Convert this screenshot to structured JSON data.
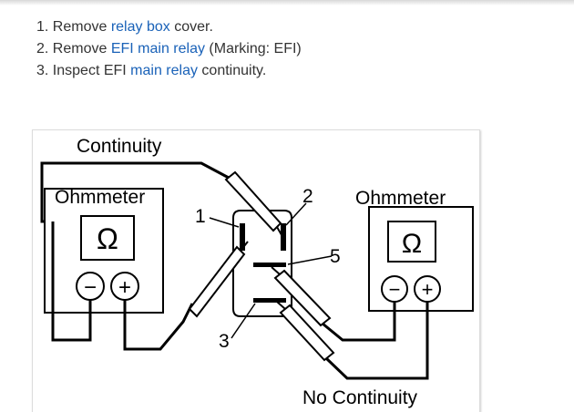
{
  "steps": [
    {
      "num": "1.",
      "pre": "Remove ",
      "link": "relay box",
      "post": " cover."
    },
    {
      "num": "2.",
      "pre": "Remove ",
      "link": "EFI main relay",
      "post": " (Marking: EFI)"
    },
    {
      "num": "3.",
      "pre": "Inspect EFI ",
      "link": "main relay",
      "post": " continuity."
    }
  ],
  "colors": {
    "link": "#1a62b8",
    "text": "#333333"
  },
  "diagram": {
    "continuity_label": "Continuity",
    "no_continuity_label": "No Continuity",
    "ohmmeter_left": {
      "label": "Ohmmeter",
      "symbol": "Ω",
      "minus": "−",
      "plus": "+"
    },
    "ohmmeter_right": {
      "label": "Ohmmeter",
      "symbol": "Ω",
      "minus": "−",
      "plus": "+"
    },
    "terminals": {
      "t1": "1",
      "t2": "2",
      "t3": "3",
      "t5": "5"
    }
  }
}
